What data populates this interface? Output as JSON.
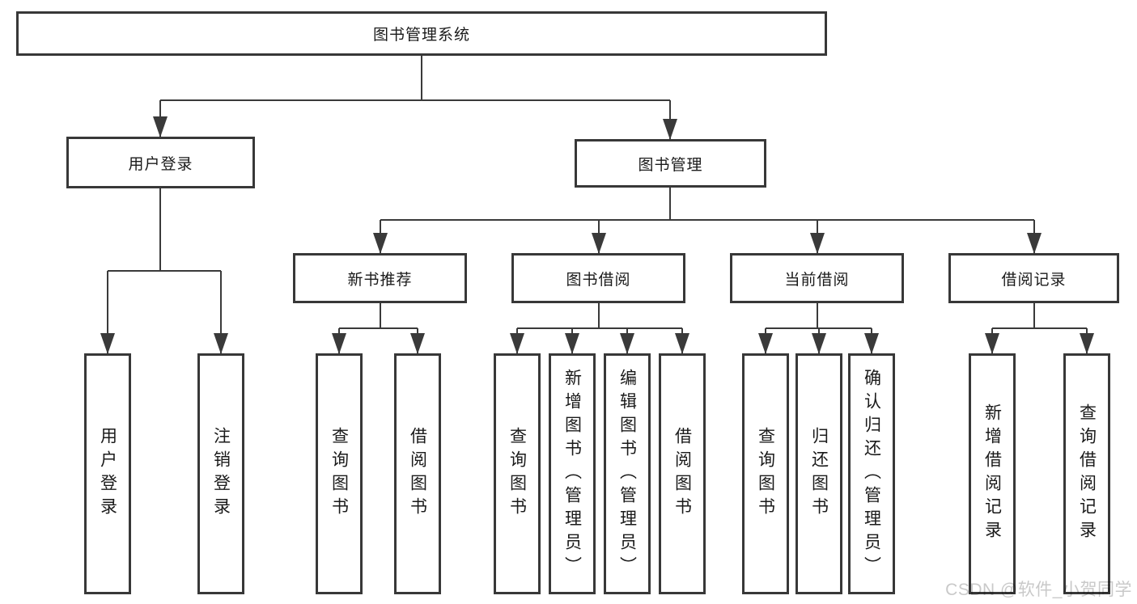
{
  "colors": {
    "line": "#3a3a3a",
    "box_border": "#383838",
    "box_fill": "#ffffff",
    "text": "#1a1a1a",
    "watermark": "#c9c9c9",
    "background": "#ffffff"
  },
  "watermark": {
    "text": "CSDN @软件_小贺同学"
  },
  "tree": {
    "root": {
      "label": "图书管理系统"
    },
    "branches": [
      {
        "label": "用户登录",
        "children": [
          {
            "label": "用户登录"
          },
          {
            "label": "注销登录"
          }
        ]
      },
      {
        "label": "图书管理",
        "children": [
          {
            "label": "新书推荐",
            "children": [
              {
                "label": "查询图书"
              },
              {
                "label": "借阅图书"
              }
            ]
          },
          {
            "label": "图书借阅",
            "children": [
              {
                "label": "查询图书"
              },
              {
                "label": "新增图书（管理员）"
              },
              {
                "label": "编辑图书（管理员）"
              },
              {
                "label": "借阅图书"
              }
            ]
          },
          {
            "label": "当前借阅",
            "children": [
              {
                "label": "查询图书"
              },
              {
                "label": "归还图书"
              },
              {
                "label": "确认归还（管理员）"
              }
            ]
          },
          {
            "label": "借阅记录",
            "children": [
              {
                "label": "新增借阅记录"
              },
              {
                "label": "查询借阅记录"
              }
            ]
          }
        ]
      }
    ]
  }
}
